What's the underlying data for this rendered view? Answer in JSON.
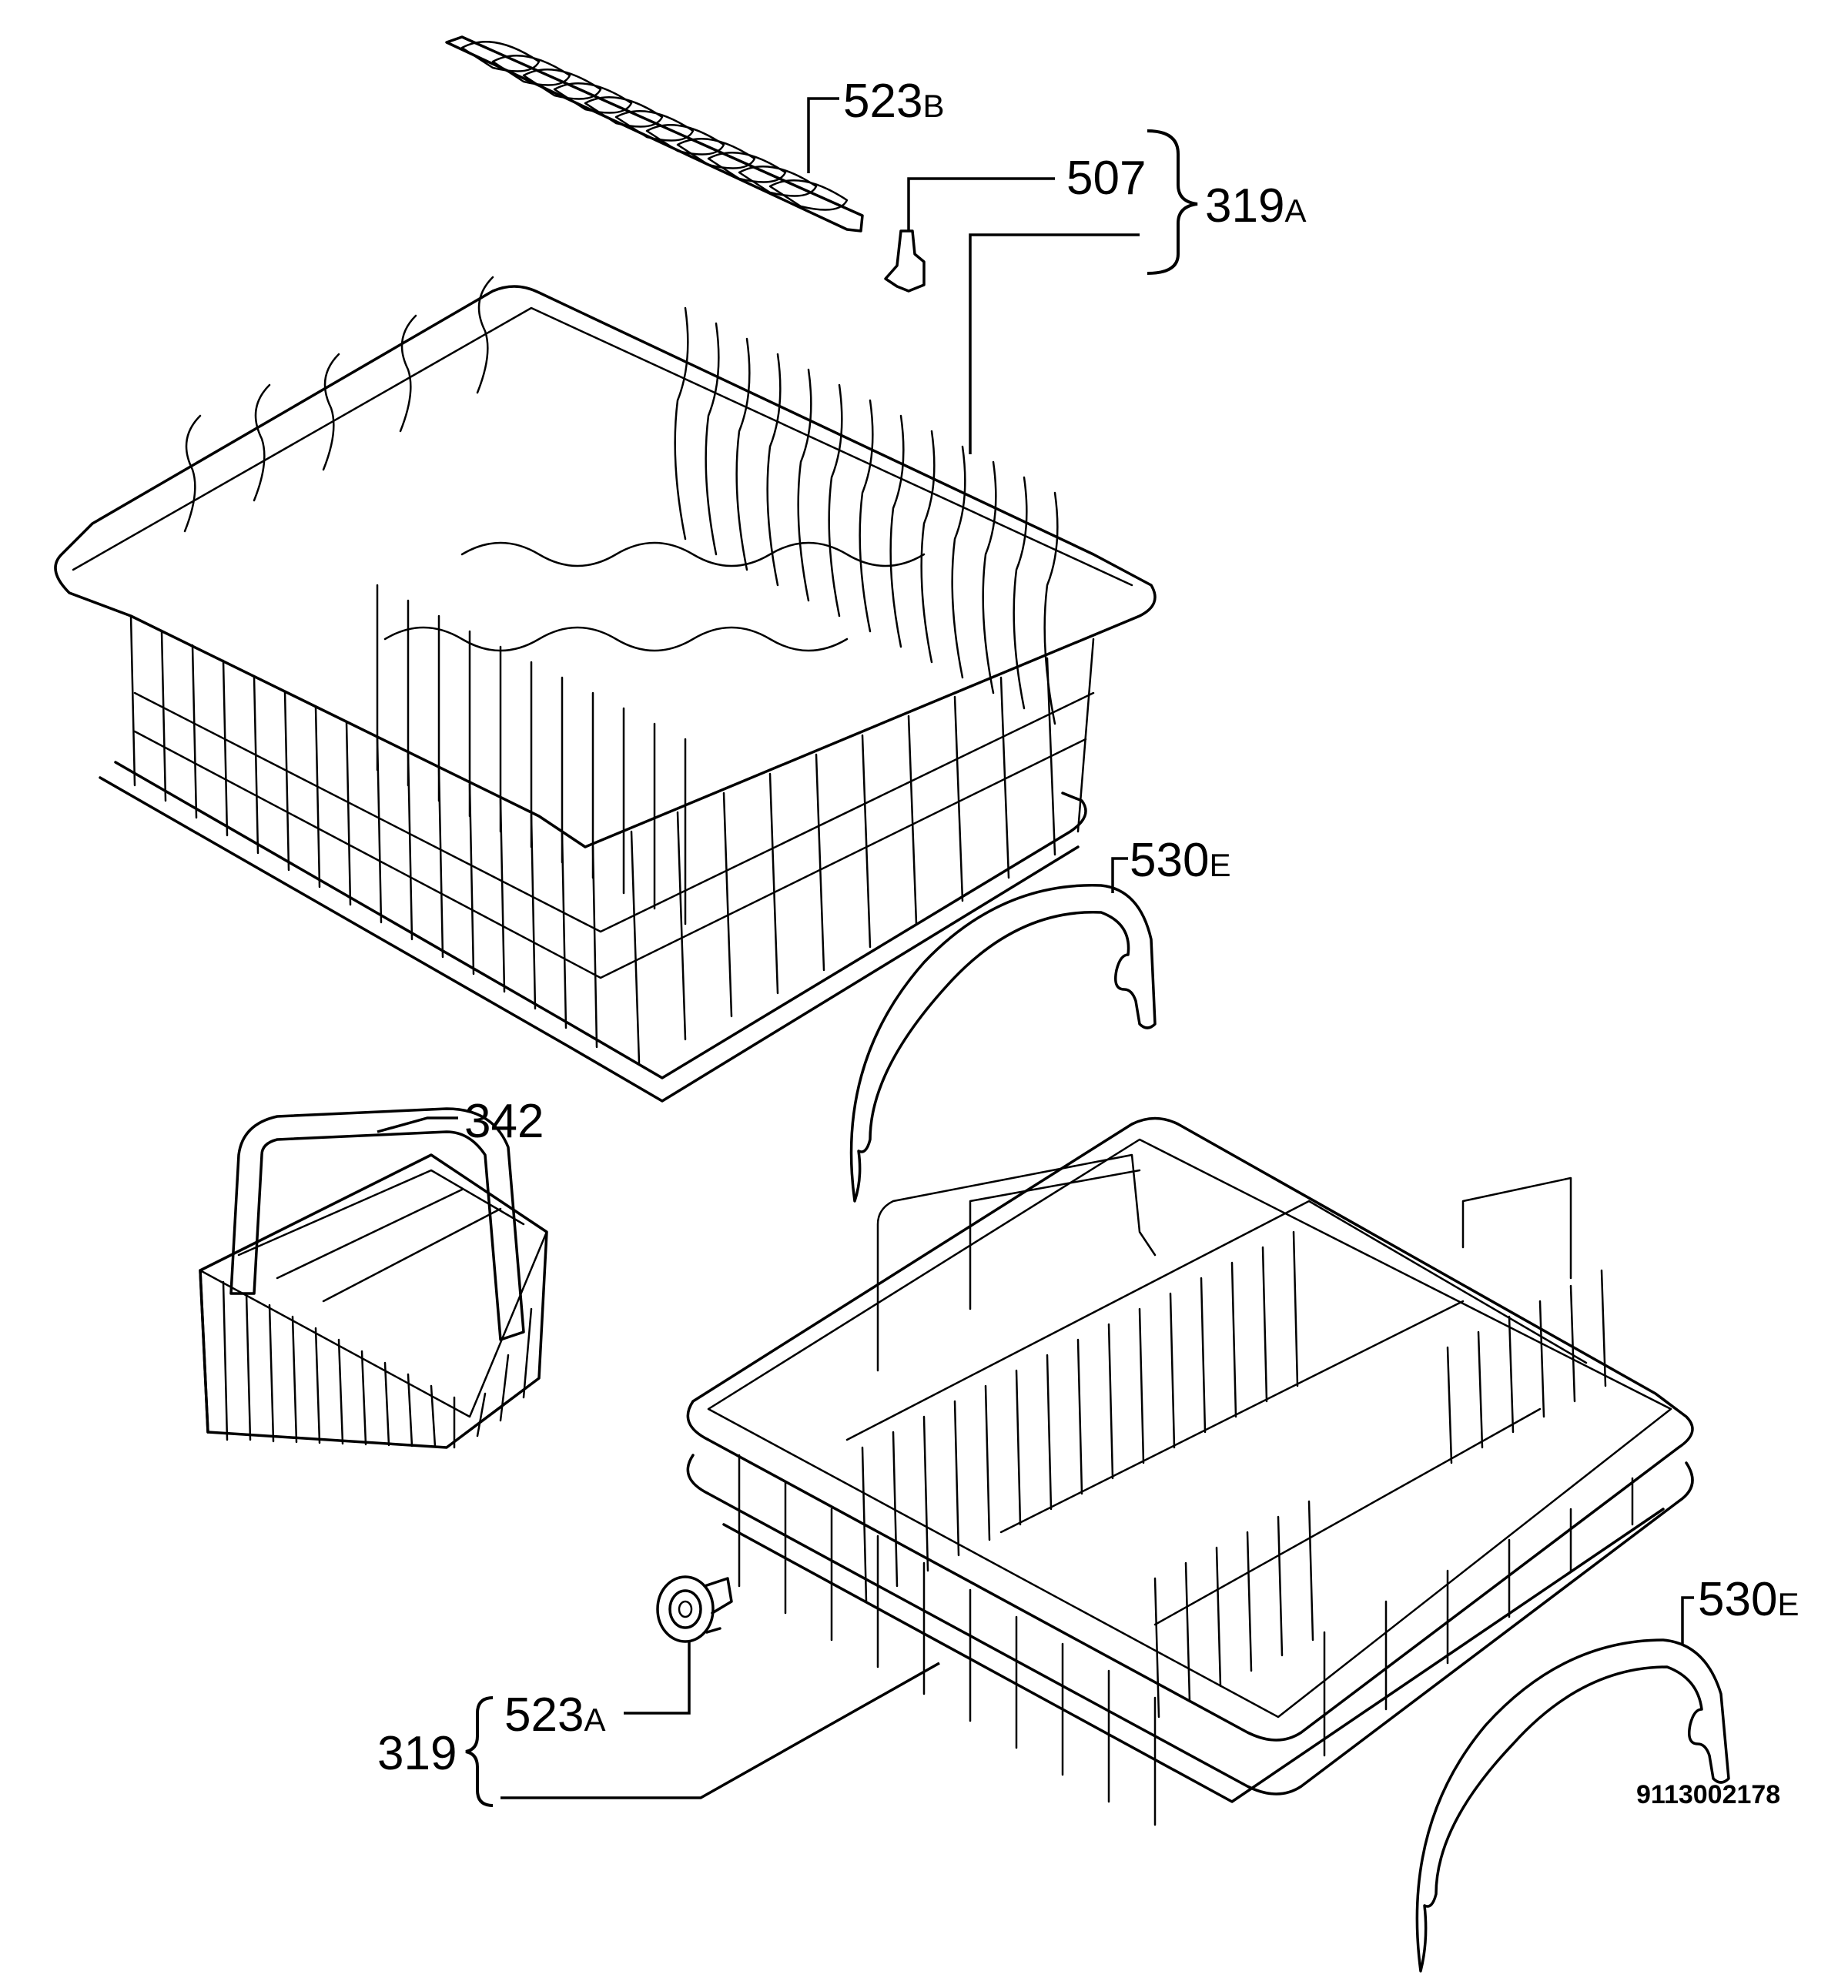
{
  "labels": {
    "rack_tine_row_num": "523",
    "rack_tine_row_suffix": "B",
    "support_num": "507",
    "upper_basket_num": "319",
    "upper_basket_suffix": "A",
    "runner_upper_num": "530",
    "runner_upper_suffix": "E",
    "cutlery_basket_num": "342",
    "runner_lower_num": "530",
    "runner_lower_suffix": "E",
    "wheel_num": "523",
    "wheel_suffix": "A",
    "lower_basket_num": "319"
  },
  "drawing_code": "9113002178"
}
